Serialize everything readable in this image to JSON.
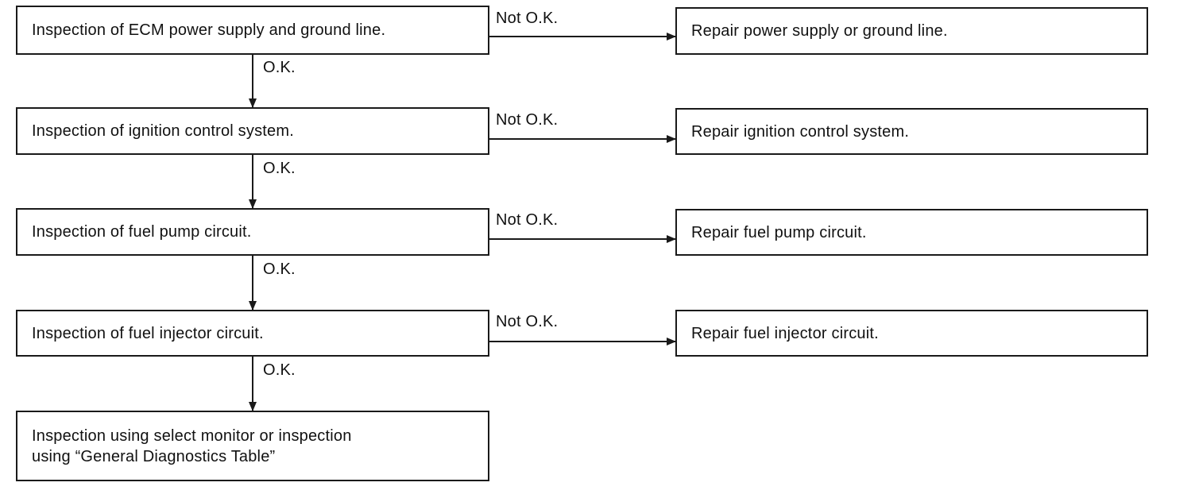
{
  "inspections": [
    "Inspection of ECM power supply and ground line.",
    "Inspection of ignition control system.",
    "Inspection of fuel pump circuit.",
    "Inspection of fuel injector circuit.",
    "Inspection using select monitor or inspection\nusing “General Diagnostics Table”"
  ],
  "repairs": [
    "Repair power supply or ground line.",
    "Repair ignition control system.",
    "Repair fuel pump circuit.",
    "Repair fuel injector circuit."
  ],
  "labels": {
    "ok": "O.K.",
    "not_ok": "Not O.K."
  }
}
